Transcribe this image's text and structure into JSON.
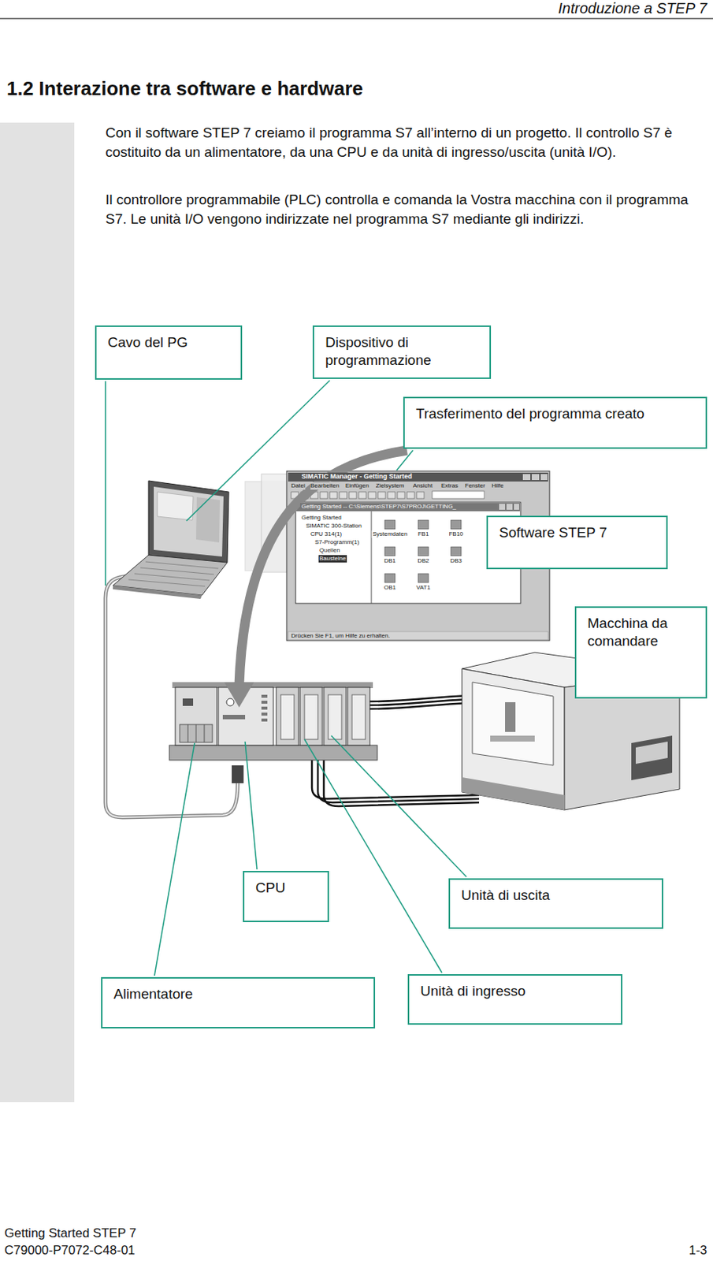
{
  "diagram": {
    "title": "1.2 Interazione tra software e hardware",
    "nodes": [
      {
        "text": [
          "Cavo del PG"
        ]
      },
      {
        "text": [
          "Dispositivo di programmazione"
        ]
      },
      {
        "text": [
          "Trasferimento del programma creato"
        ]
      },
      {
        "text": [
          "Software STEP 7"
        ]
      },
      {
        "text": [
          "Macchina da comandare"
        ]
      },
      {
        "text": [
          "CPU"
        ]
      },
      {
        "text": [
          "Unità di uscita"
        ]
      },
      {
        "text": [
          "Alimentatore"
        ]
      },
      {
        "text": [
          "Unità di ingresso"
        ]
      }
    ],
    "labels": [
      "Introduzione a STEP 7",
      "Con il software STEP 7 creiamo il programma S7 all’interno di un progetto. Il controllo S7 è costituito da un alimentatore, da una CPU e da unità di ingresso/uscita (unità I/O).",
      "Il controllore programmabile (PLC) controlla e comanda la Vostra macchina con il programma S7. Le unità I/O vengono indirizzate nel programma S7 mediante gli indirizzi.",
      "SIMATIC Manager - Getting Started",
      "Datei",
      "Bearbeiten",
      "Einfügen",
      "Zielsystem",
      "Ansicht",
      "Extras",
      "Fenster",
      "Hilfe",
      "Getting Started -- C:\\Siemens\\STEP7\\S7PROJ\\GETTING_",
      "Getting Started",
      "SIMATIC 300-Station",
      "CPU 314(1)",
      "S7-Programm(1)",
      "Quellen",
      "Bausteine",
      "Systemdaten",
      "FB1",
      "FB10",
      "DB1",
      "DB2",
      "DB3",
      "OB1",
      "VAT1",
      "Drücken Sie F1, um Hilfe zu erhalten.",
      "Getting Started STEP 7",
      "C79000-P7072-C48-01",
      "1-3"
    ]
  }
}
